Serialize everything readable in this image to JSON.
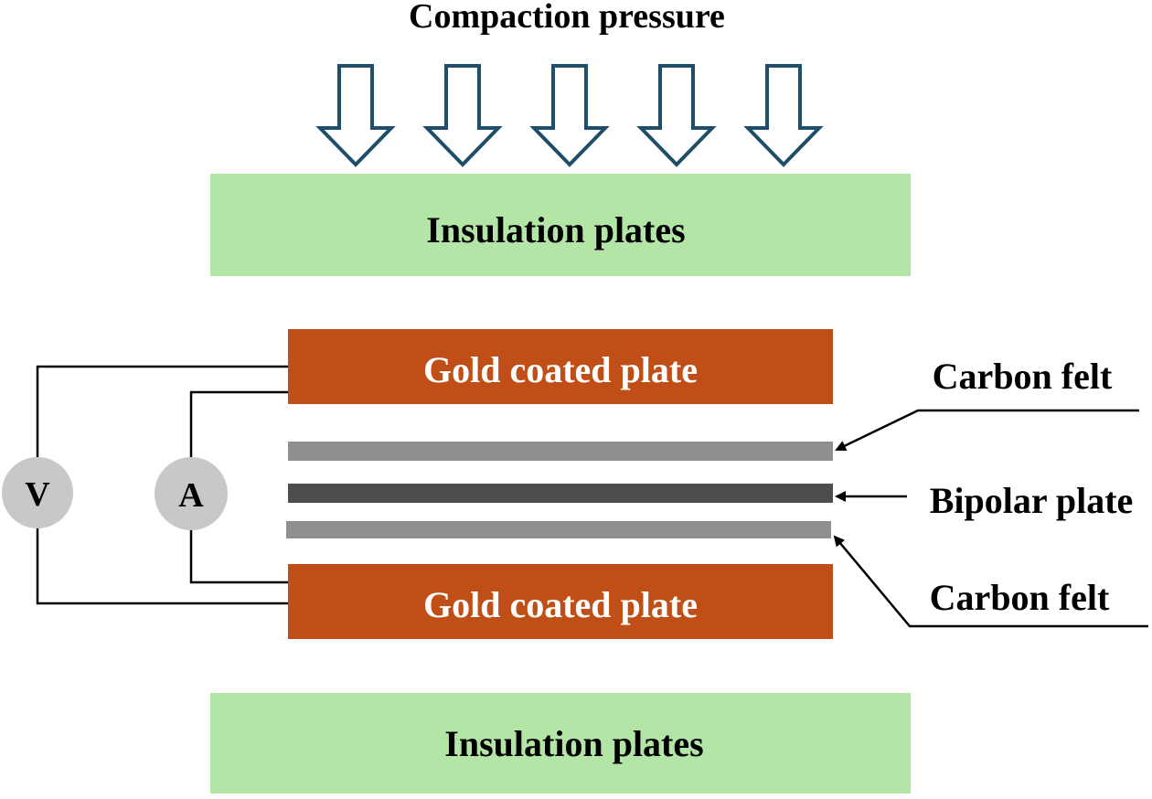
{
  "title": "Compaction pressure",
  "arrow_count": 5,
  "top_insulation_label": "Insulation plates",
  "bottom_insulation_label": "Insulation plates",
  "top_gold_label": "Gold coated plate",
  "bottom_gold_label": "Gold coated plate",
  "voltmeter_label": "V",
  "ammeter_label": "A",
  "callouts": {
    "carbon_felt_top": "Carbon felt",
    "bipolar_plate": "Bipolar plate",
    "carbon_felt_bottom": "Carbon felt"
  },
  "colors": {
    "insulation": "#b3e5a6",
    "gold_plate": "#c04f17",
    "carbon_felt": "#8f8f8f",
    "bipolar_plate": "#4d4d4d",
    "meter": "#c8c8c8",
    "arrow_stroke": "#1f4e6b",
    "wire": "#000000"
  }
}
